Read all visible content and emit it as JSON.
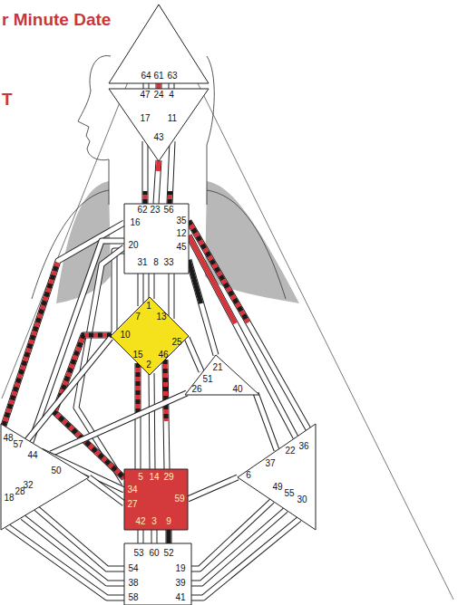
{
  "diagram": {
    "title": "r Minute Date",
    "nodes": [
      {
        "text": [
          "64",
          "61",
          "63"
        ]
      },
      {
        "text": [
          "47",
          "24",
          "4",
          "17",
          "43",
          "11"
        ]
      },
      {
        "text": [
          "62",
          "23",
          "56",
          "16",
          "35",
          "12",
          "20",
          "45",
          "31",
          "8",
          "33"
        ]
      },
      {
        "text": [
          "1",
          "7",
          "13",
          "10",
          "25",
          "15",
          "46",
          "2"
        ]
      },
      {
        "text": [
          "21",
          "51",
          "26",
          "40"
        ]
      },
      {
        "text": [
          "48",
          "57",
          "44",
          "50",
          "32",
          "28",
          "18"
        ]
      },
      {
        "text": [
          "36",
          "22",
          "37",
          "6",
          "49",
          "55",
          "30"
        ]
      },
      {
        "text": [
          "5",
          "14",
          "29",
          "34",
          "59",
          "27",
          "42",
          "3",
          "9"
        ]
      },
      {
        "text": [
          "53",
          "60",
          "52",
          "54",
          "19",
          "38",
          "39",
          "58",
          "41"
        ]
      }
    ],
    "edges": [
      {
        "from": 0,
        "to": 1,
        "arrow": "none"
      },
      {
        "from": 0,
        "to": 1,
        "arrow": "none"
      },
      {
        "from": 0,
        "to": 1,
        "arrow": "none"
      },
      {
        "from": 1,
        "to": 2,
        "arrow": "none"
      },
      {
        "from": 1,
        "to": 2,
        "arrow": "none"
      },
      {
        "from": 1,
        "to": 2,
        "arrow": "none"
      },
      {
        "from": 2,
        "to": 3,
        "arrow": "none"
      },
      {
        "from": 2,
        "to": 3,
        "arrow": "none"
      },
      {
        "from": 2,
        "to": 3,
        "arrow": "none"
      },
      {
        "from": 2,
        "to": 3,
        "arrow": "none"
      },
      {
        "from": 2,
        "to": 5,
        "arrow": "none"
      },
      {
        "from": 2,
        "to": 5,
        "arrow": "none"
      },
      {
        "from": 2,
        "to": 4,
        "arrow": "none"
      },
      {
        "from": 2,
        "to": 6,
        "arrow": "none"
      },
      {
        "from": 2,
        "to": 6,
        "arrow": "none"
      },
      {
        "from": 2,
        "to": 7,
        "arrow": "none"
      },
      {
        "from": 3,
        "to": 4,
        "arrow": "none"
      },
      {
        "from": 3,
        "to": 7,
        "arrow": "none"
      },
      {
        "from": 3,
        "to": 7,
        "arrow": "none"
      },
      {
        "from": 3,
        "to": 7,
        "arrow": "none"
      },
      {
        "from": 3,
        "to": 7,
        "arrow": "none"
      },
      {
        "from": 3,
        "to": 5,
        "arrow": "none"
      },
      {
        "from": 4,
        "to": 5,
        "arrow": "none"
      },
      {
        "from": 4,
        "to": 6,
        "arrow": "none"
      },
      {
        "from": 5,
        "to": 7,
        "arrow": "none"
      },
      {
        "from": 5,
        "to": 7,
        "arrow": "none"
      },
      {
        "from": 5,
        "to": 8,
        "arrow": "none"
      },
      {
        "from": 5,
        "to": 8,
        "arrow": "none"
      },
      {
        "from": 5,
        "to": 8,
        "arrow": "none"
      },
      {
        "from": 6,
        "to": 7,
        "arrow": "none"
      },
      {
        "from": 6,
        "to": 8,
        "arrow": "none"
      },
      {
        "from": 6,
        "to": 8,
        "arrow": "none"
      },
      {
        "from": 6,
        "to": 8,
        "arrow": "none"
      },
      {
        "from": 7,
        "to": 8,
        "arrow": "none"
      },
      {
        "from": 7,
        "to": 8,
        "arrow": "none"
      },
      {
        "from": 7,
        "to": 8,
        "arrow": "none"
      }
    ],
    "labels": [
      "T"
    ]
  }
}
